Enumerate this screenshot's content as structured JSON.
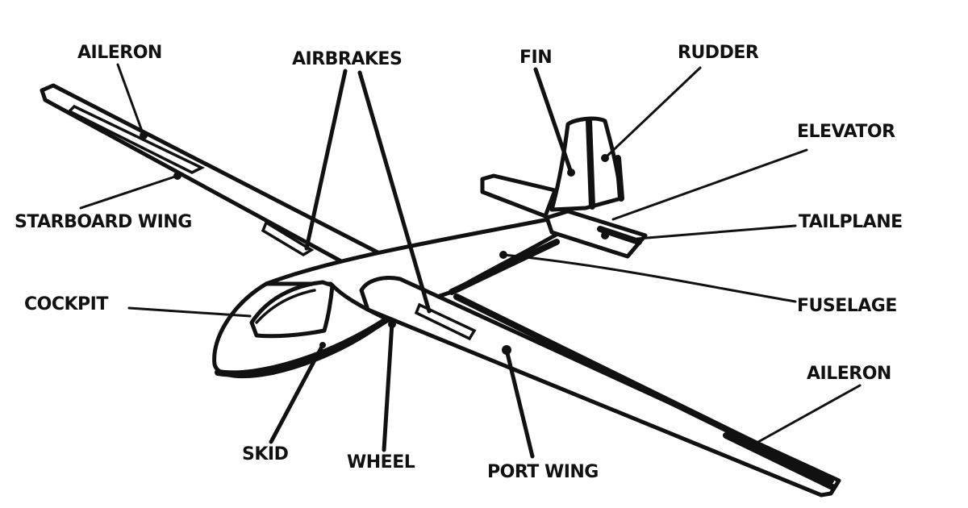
{
  "labels": {
    "aileron_top": "AILERON",
    "airbrakes": "AIRBRAKES",
    "fin": "FIN",
    "rudder": "RUDDER",
    "elevator": "ELEVATOR",
    "tailplane": "TAILPLANE",
    "starboard_wing": "STARBOARD WING",
    "cockpit": "COCKPIT",
    "fuselage": "FUSELAGE",
    "aileron_bottom": "AILERON",
    "skid": "SKID",
    "wheel": "WHEEL",
    "port_wing": "PORT WING"
  },
  "colors": {
    "ink": "#111111",
    "paper": "#ffffff"
  }
}
